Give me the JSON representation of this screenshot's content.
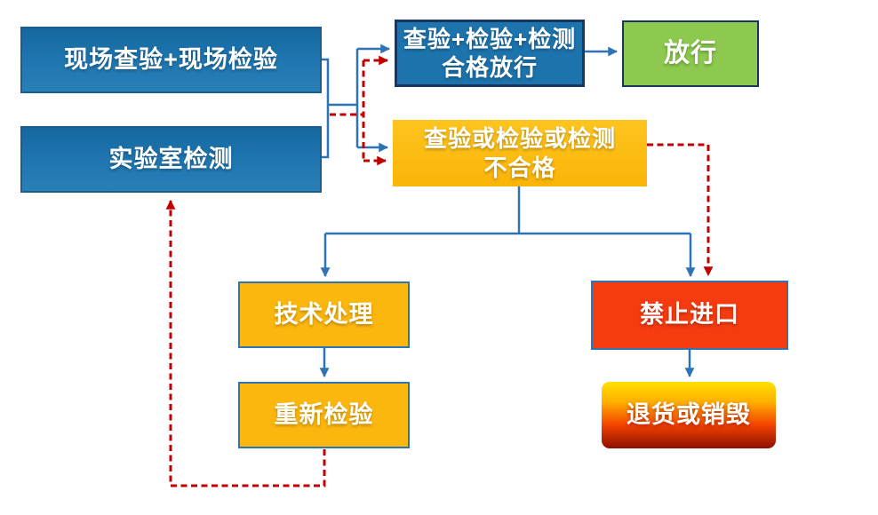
{
  "diagram": {
    "type": "flowchart",
    "background": "#ffffff",
    "colors": {
      "node_blue": "#1e74ae",
      "node_blue_border": "#17375e",
      "node_green": "#8cc94e",
      "node_orange": "#fcb70e",
      "node_red": "#f63b10",
      "destroy_gradient_top": "#ffe000",
      "destroy_gradient_bottom": "#8c0f00",
      "solid_line": "#2e74b5",
      "dashed_line": "#c00000",
      "text": "#ffffff"
    }
  },
  "nodes": {
    "onsite": {
      "label": "现场查验+现场检验",
      "shape": "rect",
      "fill": "#1e74ae"
    },
    "lab": {
      "label": "实验室检测",
      "shape": "rect",
      "fill": "#1e74ae"
    },
    "pass": {
      "line1": "查验+检验+检测",
      "line2": "合格放行",
      "shape": "rect",
      "fill": "#1d73ac"
    },
    "release": {
      "label": "放行",
      "shape": "rect",
      "fill": "#8cc94e"
    },
    "fail": {
      "line1": "查验或检验或检测",
      "line2": "不合格",
      "shape": "rect",
      "fill": "#fcb70e"
    },
    "technical": {
      "label": "技术处理",
      "shape": "rect",
      "fill": "#fcb70e"
    },
    "prohibit": {
      "label": "禁止进口",
      "shape": "rect",
      "fill": "#f63b10"
    },
    "reinspect": {
      "label": "重新检验",
      "shape": "rect",
      "fill": "#fcb70e"
    },
    "destroy": {
      "label": "退货或销毁",
      "shape": "rounded-rect",
      "fill": "yellow-to-darkred-gradient"
    }
  },
  "edges": [
    {
      "from": "onsite+lab",
      "to": "pass",
      "style": "solid-blue-arrow"
    },
    {
      "from": "onsite+lab",
      "to": "pass",
      "style": "dashed-red-arrow"
    },
    {
      "from": "onsite+lab",
      "to": "fail",
      "style": "solid-blue-arrow"
    },
    {
      "from": "onsite+lab",
      "to": "fail",
      "style": "dashed-red-arrow"
    },
    {
      "from": "pass",
      "to": "release",
      "style": "solid-blue-arrow"
    },
    {
      "from": "fail",
      "to": "technical",
      "style": "solid-blue-arrow"
    },
    {
      "from": "fail",
      "to": "prohibit",
      "style": "solid-blue-arrow"
    },
    {
      "from": "fail",
      "to": "prohibit",
      "style": "dashed-red-arrow"
    },
    {
      "from": "technical",
      "to": "reinspect",
      "style": "solid-blue-arrow"
    },
    {
      "from": "reinspect",
      "to": "lab",
      "style": "dashed-red-arrow"
    },
    {
      "from": "prohibit",
      "to": "destroy",
      "style": "solid-blue-arrow"
    }
  ]
}
